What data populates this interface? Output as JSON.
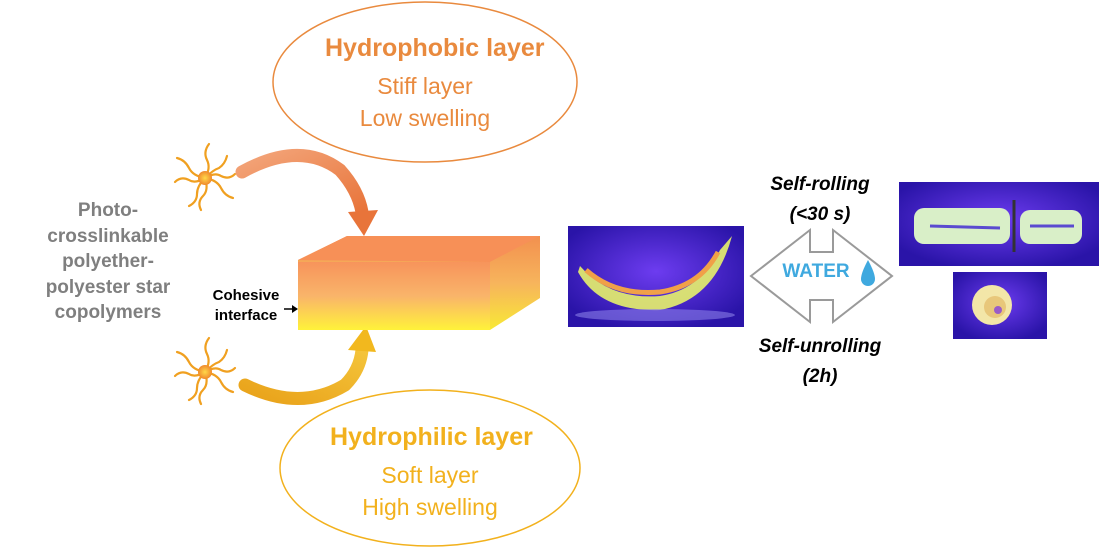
{
  "hydrophobic": {
    "title": "Hydrophobic layer",
    "line1": "Stiff layer",
    "line2": "Low swelling",
    "color": "#E98A3E"
  },
  "hydrophilic": {
    "title": "Hydrophilic layer",
    "line1": "Soft layer",
    "line2": "High swelling",
    "color": "#F2B11D"
  },
  "polymer_label": {
    "line1": "Photo-",
    "line2": "crosslinkable",
    "line3": "polyether-",
    "line4": "polyester star",
    "line5": "copolymers"
  },
  "interface_label": {
    "line1": "Cohesive",
    "line2": "interface"
  },
  "process": {
    "forward_line1": "Self-rolling",
    "forward_line2": "(<30 s)",
    "medium": "WATER",
    "reverse_line1": "Self-unrolling",
    "reverse_line2": "(2h)"
  },
  "colors": {
    "gray_text": "#7f7f7f",
    "water_blue": "#3FA9DF",
    "uv_purple": "#3c1fd0"
  },
  "icons": [
    "star-polymer-icon",
    "water-drop-icon",
    "double-arrow-icon"
  ]
}
